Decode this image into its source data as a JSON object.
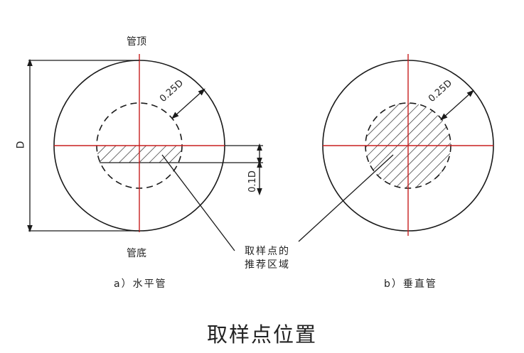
{
  "figure": {
    "title": "取样点位置",
    "colors": {
      "axis": "#c81e1e",
      "line": "#1a1a1a"
    },
    "left": {
      "caption": "a）水平管",
      "top_label": "管顶",
      "bottom_label": "管底",
      "diameter_label": "D",
      "offset_label": "0.25D",
      "band_label": "0.1D"
    },
    "right": {
      "caption": "b）垂直管",
      "offset_label": "0.25D"
    },
    "callout": {
      "line1": "取样点的",
      "line2": "推荐区域"
    }
  }
}
